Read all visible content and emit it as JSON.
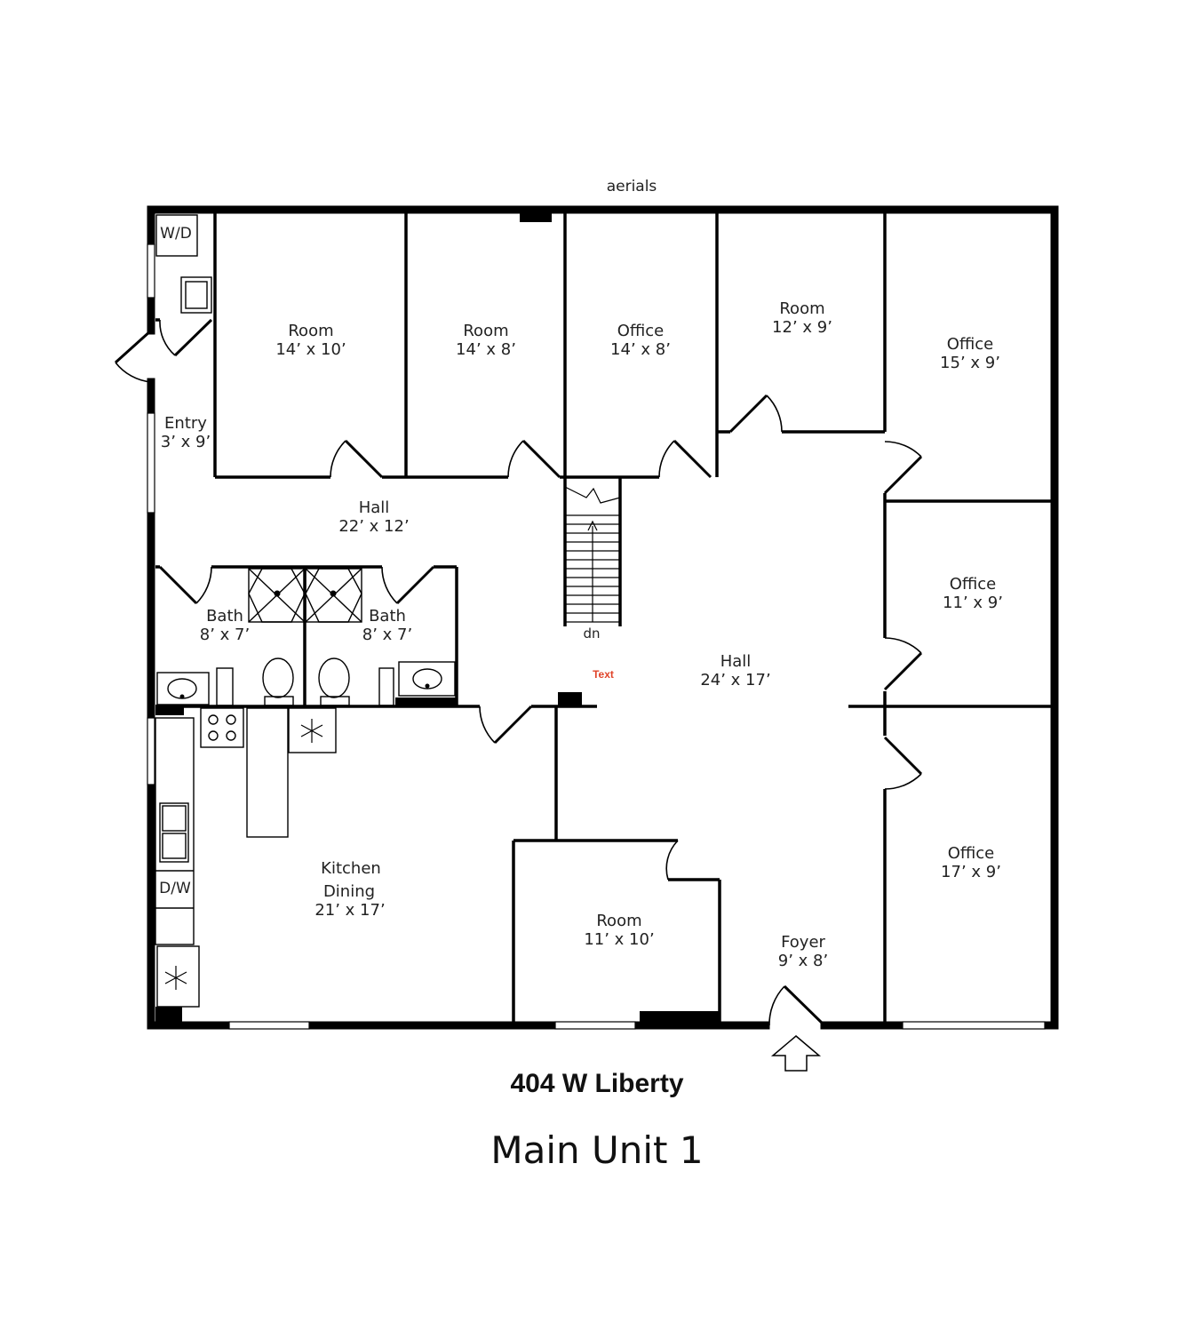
{
  "top_label": "aerials",
  "annotation": "Text",
  "stair_label": "dn",
  "appliance_labels": {
    "washer_dryer": "W/D",
    "dishwasher": "D/W"
  },
  "rooms": [
    {
      "id": "entry",
      "name": "Entry",
      "size": "3’ x 9’"
    },
    {
      "id": "room_a",
      "name": "Room",
      "size": "14’ x 10’"
    },
    {
      "id": "room_b",
      "name": "Room",
      "size": "14’ x 8’"
    },
    {
      "id": "office_a",
      "name": "Office",
      "size": "14’ x 8’"
    },
    {
      "id": "room_c",
      "name": "Room",
      "size": "12’ x 9’"
    },
    {
      "id": "office_b",
      "name": "Office",
      "size": "15’ x 9’"
    },
    {
      "id": "hall_a",
      "name": "Hall",
      "size": "22’ x 12’"
    },
    {
      "id": "bath_a",
      "name": "Bath",
      "size": "8’ x 7’"
    },
    {
      "id": "bath_b",
      "name": "Bath",
      "size": "8’ x 7’"
    },
    {
      "id": "office_c",
      "name": "Office",
      "size": "11’ x 9’"
    },
    {
      "id": "hall_b",
      "name": "Hall",
      "size": "24’ x 17’"
    },
    {
      "id": "kitchen",
      "name": "Kitchen",
      "name2": "Dining",
      "size": "21’ x 17’"
    },
    {
      "id": "room_d",
      "name": "Room",
      "size": "11’ x 10’"
    },
    {
      "id": "foyer",
      "name": "Foyer",
      "size": "9’ x 8’"
    },
    {
      "id": "office_d",
      "name": "Office",
      "size": "17’ x 9’"
    }
  ],
  "address": "404 W Liberty",
  "unit_title": "Main Unit 1"
}
